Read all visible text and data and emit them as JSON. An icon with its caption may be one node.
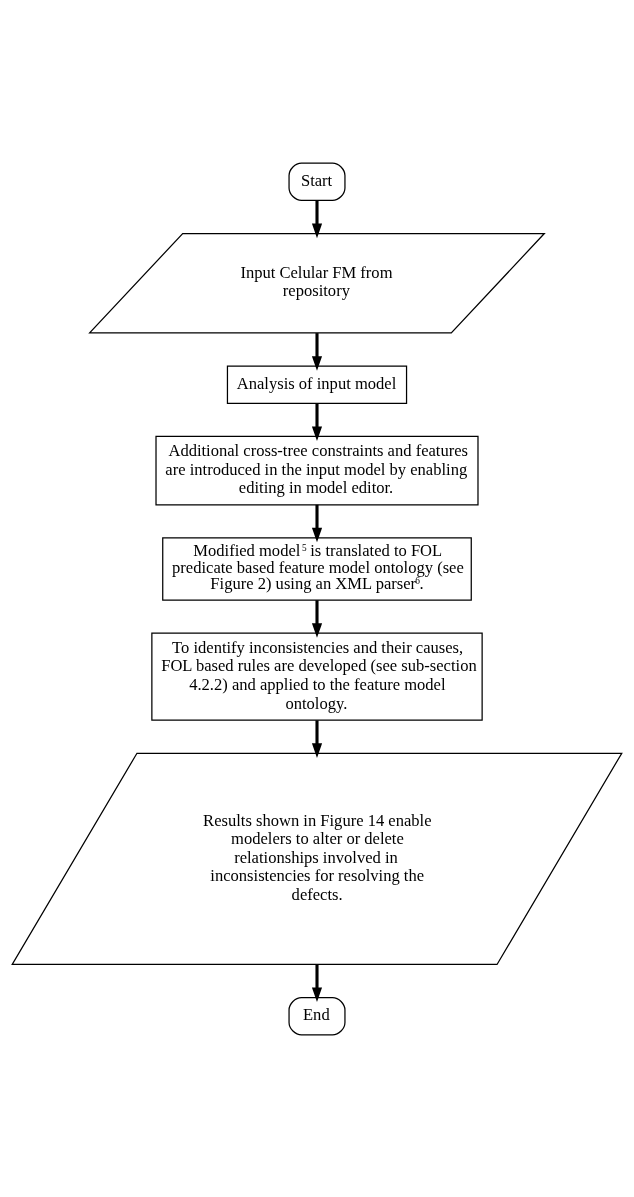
{
  "diagram": {
    "nodes": [
      {
        "text": [
          "Start"
        ]
      },
      {
        "text": [
          "Input Celular FM from repository"
        ]
      },
      {
        "text": [
          "Analysis of input model"
        ]
      },
      {
        "text": [
          "Additional cross-tree constraints and features are introduced in the input model by enabling editing in model editor."
        ]
      },
      {
        "text": [
          "Modified model$^{5}$ is translated to FOL predicate based feature model ontology (see Figure 2) using an XML parser$^{6}$."
        ]
      },
      {
        "text": [
          "To identify inconsistencies and their causes, FOL based rules are developed (see sub-section 4.2.2) and applied to the feature model ontology."
        ]
      },
      {
        "text": [
          "Results shown in Figure 14 enable modelers to alter or delete relationships involved in inconsistencies for resolving the defects."
        ]
      },
      {
        "text": [
          "End"
        ]
      }
    ],
    "edges": [
      {
        "from": 0,
        "to": 1,
        "arrow": "to"
      },
      {
        "from": 1,
        "to": 2,
        "arrow": "to"
      },
      {
        "from": 2,
        "to": 3,
        "arrow": "to"
      },
      {
        "from": 3,
        "to": 4,
        "arrow": "to"
      },
      {
        "from": 4,
        "to": 5,
        "arrow": "to"
      },
      {
        "from": 5,
        "to": 6,
        "arrow": "to"
      },
      {
        "from": 6,
        "to": 7,
        "arrow": "to"
      }
    ]
  }
}
